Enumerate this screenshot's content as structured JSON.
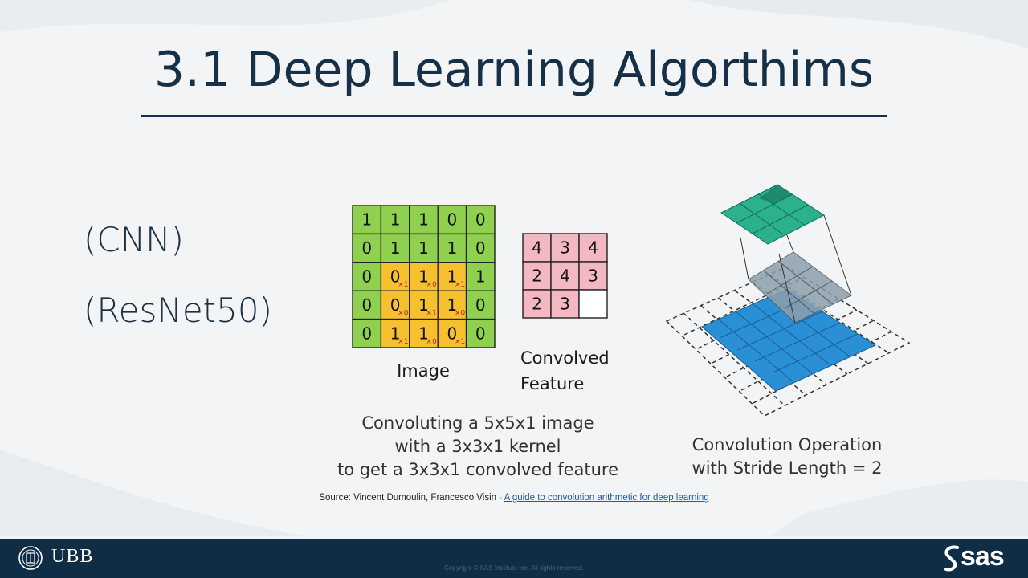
{
  "slide": {
    "title": "3.1 Deep Learning Algorthims",
    "items": [
      "(CNN)",
      "(ResNet50)"
    ]
  },
  "image_grid": {
    "values": [
      [
        "1",
        "1",
        "1",
        "0",
        "0"
      ],
      [
        "0",
        "1",
        "1",
        "1",
        "0"
      ],
      [
        "0",
        "0",
        "1",
        "1",
        "1"
      ],
      [
        "0",
        "0",
        "1",
        "1",
        "0"
      ],
      [
        "0",
        "1",
        "1",
        "0",
        "0"
      ]
    ],
    "kernel_marks": [
      [
        "×1",
        "×0",
        "×1"
      ],
      [
        "×0",
        "×1",
        "×0"
      ],
      [
        "×1",
        "×0",
        "×1"
      ]
    ],
    "caption": "Image",
    "cell_color": "#8fd14f",
    "kernel_color": "#f6c02e"
  },
  "convolved": {
    "values": [
      [
        "4",
        "3",
        "4"
      ],
      [
        "2",
        "4",
        "3"
      ],
      [
        "2",
        "3",
        ""
      ]
    ],
    "caption_line1": "Convolved",
    "caption_line2": "Feature",
    "cell_color": "#f4b8c2"
  },
  "description_left": {
    "line1": "Convoluting a 5x5x1 image",
    "line2": "with a 3x3x1 kernel",
    "line3": "to get a 3x3x1 convolved feature"
  },
  "description_right": {
    "line1": "Convolution Operation",
    "line2": "with Stride Length = 2"
  },
  "source": {
    "prefix": "Source: Vincent Dumoulin, Francesco Visin",
    "separator": "-",
    "link_text": "A guide to convolution arithmetic for deep learning"
  },
  "footer": {
    "left_logo_text": "UBB",
    "right_logo_text": "sas",
    "copyright": "Copyright © SAS Institute Inc. All rights reserved."
  },
  "colors": {
    "title": "#163047",
    "footer_bg": "#0f2d44",
    "stride_top": "#2bb18d",
    "stride_mid": "#8da0ad",
    "stride_base": "#2a8fd4"
  }
}
